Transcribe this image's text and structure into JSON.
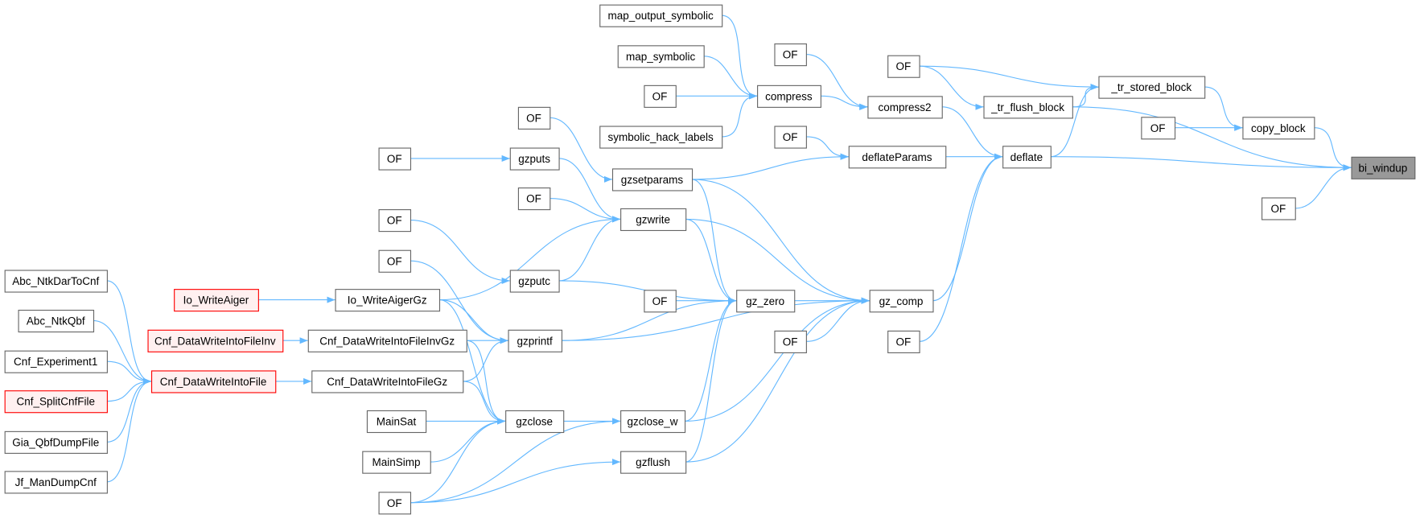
{
  "graph": {
    "nodes": [
      {
        "id": "bi_windup",
        "label": "bi_windup",
        "kind": "highlight"
      },
      {
        "id": "copy_block",
        "label": "copy_block",
        "kind": "normal"
      },
      {
        "id": "of1",
        "label": "OF",
        "kind": "normal"
      },
      {
        "id": "_tr_stored_block",
        "label": "_tr_stored_block",
        "kind": "normal"
      },
      {
        "id": "of2",
        "label": "OF",
        "kind": "normal"
      },
      {
        "id": "of3",
        "label": "OF",
        "kind": "normal"
      },
      {
        "id": "_tr_flush_block",
        "label": "_tr_flush_block",
        "kind": "normal"
      },
      {
        "id": "deflate",
        "label": "deflate",
        "kind": "normal"
      },
      {
        "id": "compress2",
        "label": "compress2",
        "kind": "normal"
      },
      {
        "id": "deflateParams",
        "label": "deflateParams",
        "kind": "normal"
      },
      {
        "id": "of4",
        "label": "OF",
        "kind": "normal"
      },
      {
        "id": "of5",
        "label": "OF",
        "kind": "normal"
      },
      {
        "id": "map_output_symbolic",
        "label": "map_output_symbolic",
        "kind": "normal"
      },
      {
        "id": "map_symbolic",
        "label": "map_symbolic",
        "kind": "normal"
      },
      {
        "id": "of6",
        "label": "OF",
        "kind": "normal"
      },
      {
        "id": "symbolic_hack_labels",
        "label": "symbolic_hack_labels",
        "kind": "normal"
      },
      {
        "id": "compress",
        "label": "compress",
        "kind": "normal"
      },
      {
        "id": "gzsetparams",
        "label": "gzsetparams",
        "kind": "normal"
      },
      {
        "id": "of7",
        "label": "OF",
        "kind": "normal"
      },
      {
        "id": "gzputs",
        "label": "gzputs",
        "kind": "normal"
      },
      {
        "id": "of8",
        "label": "OF",
        "kind": "normal"
      },
      {
        "id": "of9",
        "label": "OF",
        "kind": "normal"
      },
      {
        "id": "gzwrite",
        "label": "gzwrite",
        "kind": "normal"
      },
      {
        "id": "of10",
        "label": "OF",
        "kind": "normal"
      },
      {
        "id": "of11",
        "label": "OF",
        "kind": "normal"
      },
      {
        "id": "gzputc",
        "label": "gzputc",
        "kind": "normal"
      },
      {
        "id": "gz_zero",
        "label": "gz_zero",
        "kind": "normal"
      },
      {
        "id": "of12",
        "label": "OF",
        "kind": "normal"
      },
      {
        "id": "gz_comp",
        "label": "gz_comp",
        "kind": "normal"
      },
      {
        "id": "of13",
        "label": "OF",
        "kind": "normal"
      },
      {
        "id": "of14",
        "label": "OF",
        "kind": "normal"
      },
      {
        "id": "Io_WriteAiger",
        "label": "Io_WriteAiger",
        "kind": "red"
      },
      {
        "id": "Io_WriteAigerGz",
        "label": "Io_WriteAigerGz",
        "kind": "normal"
      },
      {
        "id": "Abc_NtkDarToCnf",
        "label": "Abc_NtkDarToCnf",
        "kind": "normal"
      },
      {
        "id": "Abc_NtkQbf",
        "label": "Abc_NtkQbf",
        "kind": "normal"
      },
      {
        "id": "Cnf_Experiment1",
        "label": "Cnf_Experiment1",
        "kind": "normal"
      },
      {
        "id": "Cnf_SplitCnfFile",
        "label": "Cnf_SplitCnfFile",
        "kind": "red"
      },
      {
        "id": "Gia_QbfDumpFile",
        "label": "Gia_QbfDumpFile",
        "kind": "normal"
      },
      {
        "id": "Jf_ManDumpCnf",
        "label": "Jf_ManDumpCnf",
        "kind": "normal"
      },
      {
        "id": "Cnf_DataWriteIntoFileInv",
        "label": "Cnf_DataWriteIntoFileInv",
        "kind": "red"
      },
      {
        "id": "Cnf_DataWriteIntoFileInvGz",
        "label": "Cnf_DataWriteIntoFileInvGz",
        "kind": "normal"
      },
      {
        "id": "Cnf_DataWriteIntoFile",
        "label": "Cnf_DataWriteIntoFile",
        "kind": "red"
      },
      {
        "id": "Cnf_DataWriteIntoFileGz",
        "label": "Cnf_DataWriteIntoFileGz",
        "kind": "normal"
      },
      {
        "id": "gzprintf",
        "label": "gzprintf",
        "kind": "normal"
      },
      {
        "id": "gzclose",
        "label": "gzclose",
        "kind": "normal"
      },
      {
        "id": "MainSat",
        "label": "MainSat",
        "kind": "normal"
      },
      {
        "id": "MainSimp",
        "label": "MainSimp",
        "kind": "normal"
      },
      {
        "id": "of15",
        "label": "OF",
        "kind": "normal"
      },
      {
        "id": "gzclose_w",
        "label": "gzclose_w",
        "kind": "normal"
      },
      {
        "id": "gzflush",
        "label": "gzflush",
        "kind": "normal"
      }
    ],
    "edges": [
      [
        "copy_block",
        "bi_windup"
      ],
      [
        "of1",
        "bi_windup"
      ],
      [
        "_tr_flush_block",
        "bi_windup"
      ],
      [
        "deflate",
        "bi_windup"
      ],
      [
        "_tr_stored_block",
        "copy_block"
      ],
      [
        "of2",
        "copy_block"
      ],
      [
        "of3",
        "_tr_stored_block"
      ],
      [
        "_tr_flush_block",
        "_tr_stored_block"
      ],
      [
        "deflate",
        "_tr_stored_block"
      ],
      [
        "of3",
        "_tr_flush_block"
      ],
      [
        "compress2",
        "deflate"
      ],
      [
        "deflateParams",
        "deflate"
      ],
      [
        "gz_comp",
        "deflate"
      ],
      [
        "of14",
        "deflate"
      ],
      [
        "of4",
        "compress2"
      ],
      [
        "compress",
        "compress2"
      ],
      [
        "of5",
        "deflateParams"
      ],
      [
        "gzsetparams",
        "deflateParams"
      ],
      [
        "map_output_symbolic",
        "compress"
      ],
      [
        "map_symbolic",
        "compress"
      ],
      [
        "of6",
        "compress"
      ],
      [
        "symbolic_hack_labels",
        "compress"
      ],
      [
        "of7",
        "gzsetparams"
      ],
      [
        "gzsetparams",
        "gz_comp"
      ],
      [
        "gzsetparams",
        "gz_zero"
      ],
      [
        "of8",
        "gzputs"
      ],
      [
        "gzputs",
        "gzwrite"
      ],
      [
        "of9",
        "gzwrite"
      ],
      [
        "gzputc",
        "gzwrite"
      ],
      [
        "Io_WriteAigerGz",
        "gzwrite"
      ],
      [
        "gzwrite",
        "gz_zero"
      ],
      [
        "gzwrite",
        "gz_comp"
      ],
      [
        "of10",
        "gzputc"
      ],
      [
        "gzputc",
        "gz_zero"
      ],
      [
        "of12",
        "gz_zero"
      ],
      [
        "gz_zero",
        "gz_comp"
      ],
      [
        "gzprintf",
        "gz_zero"
      ],
      [
        "gzprintf",
        "gz_comp"
      ],
      [
        "of13",
        "gz_comp"
      ],
      [
        "gzclose_w",
        "gz_zero"
      ],
      [
        "gzclose_w",
        "gz_comp"
      ],
      [
        "gzflush",
        "gz_zero"
      ],
      [
        "gzflush",
        "gz_comp"
      ],
      [
        "of11",
        "gzprintf"
      ],
      [
        "Io_WriteAigerGz",
        "gzprintf"
      ],
      [
        "Io_WriteAigerGz",
        "gzclose"
      ],
      [
        "Cnf_DataWriteIntoFileInvGz",
        "gzprintf"
      ],
      [
        "Cnf_DataWriteIntoFileInvGz",
        "gzclose"
      ],
      [
        "Cnf_DataWriteIntoFileGz",
        "gzprintf"
      ],
      [
        "Cnf_DataWriteIntoFileGz",
        "gzclose"
      ],
      [
        "Io_WriteAiger",
        "Io_WriteAigerGz"
      ],
      [
        "Cnf_DataWriteIntoFileInv",
        "Cnf_DataWriteIntoFileInvGz"
      ],
      [
        "Cnf_DataWriteIntoFile",
        "Cnf_DataWriteIntoFileGz"
      ],
      [
        "Abc_NtkDarToCnf",
        "Cnf_DataWriteIntoFile"
      ],
      [
        "Abc_NtkQbf",
        "Cnf_DataWriteIntoFile"
      ],
      [
        "Cnf_Experiment1",
        "Cnf_DataWriteIntoFile"
      ],
      [
        "Cnf_SplitCnfFile",
        "Cnf_DataWriteIntoFile"
      ],
      [
        "Gia_QbfDumpFile",
        "Cnf_DataWriteIntoFile"
      ],
      [
        "Jf_ManDumpCnf",
        "Cnf_DataWriteIntoFile"
      ],
      [
        "MainSat",
        "gzclose"
      ],
      [
        "MainSimp",
        "gzclose"
      ],
      [
        "of15",
        "gzclose"
      ],
      [
        "of15",
        "gzclose_w"
      ],
      [
        "of15",
        "gzflush"
      ],
      [
        "gzclose",
        "gzclose_w"
      ]
    ],
    "colors": {
      "edge": "#63b8ff",
      "highlight": "#999999",
      "red_border": "#ff0000",
      "red_fill": "#fff0f0"
    }
  }
}
